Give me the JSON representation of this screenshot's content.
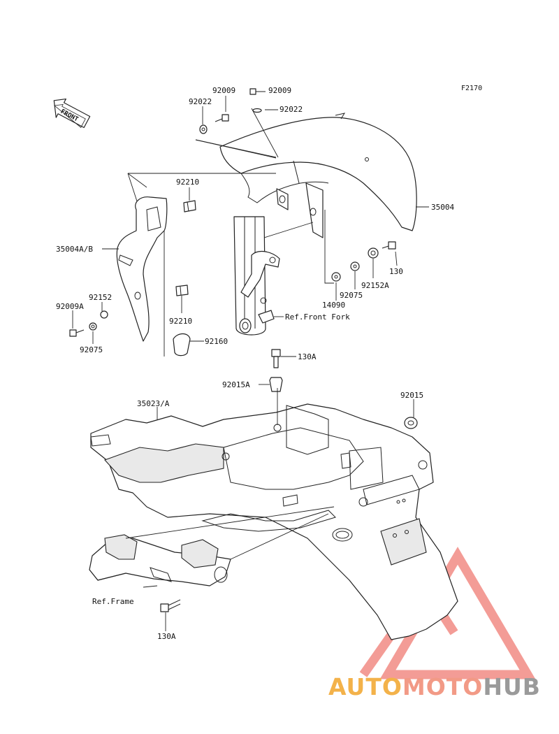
{
  "figure_code": "F2170",
  "front_arrow_label": "FRONT",
  "labels": {
    "l_92009_a": "92009",
    "l_92009_b": "92009",
    "l_92022_a": "92022",
    "l_92022_b": "92022",
    "l_92210_a": "92210",
    "l_92210_b": "92210",
    "l_35004": "35004",
    "l_35004ab": "35004A/B",
    "l_130": "130",
    "l_92152a": "92152A",
    "l_92075_a": "92075",
    "l_92075_b": "92075",
    "l_14090": "14090",
    "l_92152": "92152",
    "l_92009a": "92009A",
    "l_92160": "92160",
    "l_ref_fork": "Ref.Front Fork",
    "l_130a_a": "130A",
    "l_130a_b": "130A",
    "l_92015a": "92015A",
    "l_92015": "92015",
    "l_35023": "35023/A",
    "l_ref_frame": "Ref.Frame"
  },
  "watermark": {
    "part1": "AUTO",
    "part2": "MOTO",
    "part3": "HUB",
    "colors": {
      "part1": "#f3b24a",
      "part2": "#f29a86",
      "part3": "#9a9a9a",
      "triangle": "#f07b73"
    }
  }
}
